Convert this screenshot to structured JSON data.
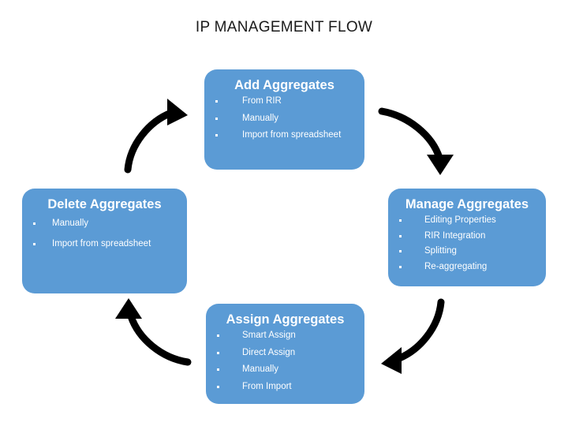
{
  "slide": {
    "title": "IP MANAGEMENT FLOW",
    "background_color": "#ffffff",
    "accent_color": "#5B9BD5",
    "text_color": "#ffffff",
    "arrow_color": "#000000"
  },
  "nodes": [
    {
      "id": "add",
      "title": "Add Aggregates",
      "items": [
        "From RIR",
        "Manually",
        "Import from spreadsheet"
      ]
    },
    {
      "id": "manage",
      "title": "Manage Aggregates",
      "items": [
        "Editing Properties",
        "RIR Integration",
        "Splitting",
        "Re-aggregating"
      ]
    },
    {
      "id": "assign",
      "title": "Assign Aggregates",
      "items": [
        "Smart Assign",
        "Direct Assign",
        "Manually",
        "From Import"
      ]
    },
    {
      "id": "delete",
      "title": "Delete Aggregates",
      "items": [
        "Manually",
        "Import from spreadsheet"
      ]
    }
  ],
  "arrows": [
    {
      "id": "add-to-manage",
      "from": "add",
      "to": "manage",
      "direction": "down-right"
    },
    {
      "id": "manage-to-assign",
      "from": "manage",
      "to": "assign",
      "direction": "down-left"
    },
    {
      "id": "assign-to-delete",
      "from": "assign",
      "to": "delete",
      "direction": "up-left"
    },
    {
      "id": "delete-to-add",
      "from": "delete",
      "to": "add",
      "direction": "up-right"
    }
  ]
}
